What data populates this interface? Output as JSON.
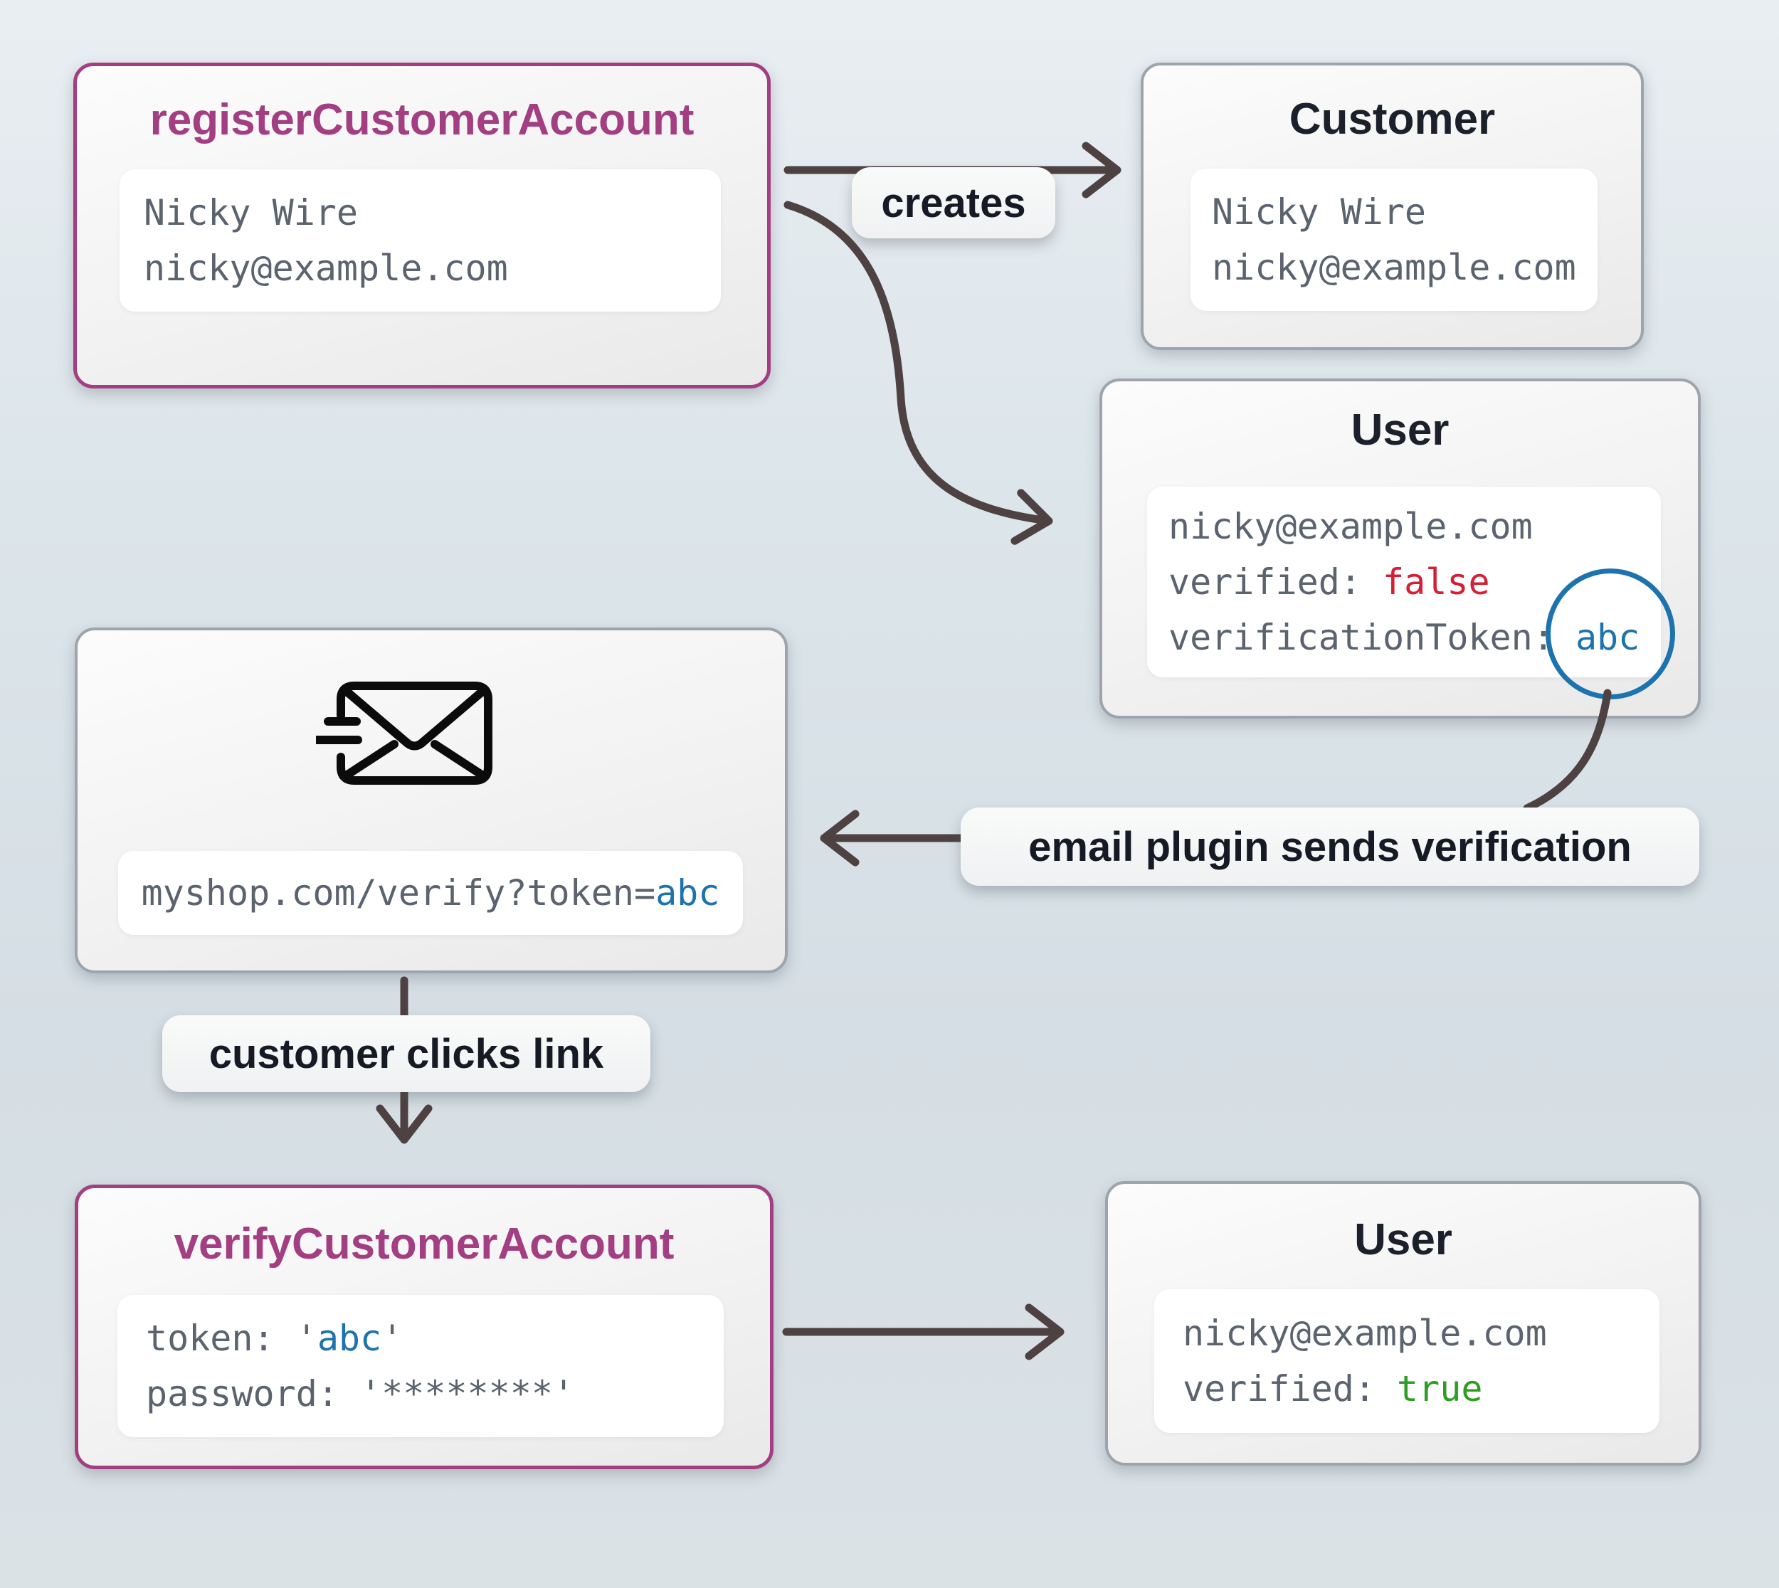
{
  "colors": {
    "accent_purple": "#a23e81",
    "box_border_gray": "#9ca5ab",
    "arrow": "#4e4141",
    "mono_text": "#5b636e",
    "false_red": "#d41f35",
    "true_green": "#2d9e23",
    "token_blue": "#1d73ad",
    "title_dark": "#1b202b"
  },
  "cards": {
    "register": {
      "title": "registerCustomerAccount",
      "lines": [
        "Nicky Wire",
        "nicky@example.com"
      ]
    },
    "customer": {
      "title": "Customer",
      "lines": [
        "Nicky Wire",
        "nicky@example.com"
      ]
    },
    "user_unverified": {
      "title": "User",
      "email": "nicky@example.com",
      "verified_key": "verified: ",
      "verified_val": "false",
      "token_key": "verificationToken: ",
      "token_val": "abc"
    },
    "email": {
      "url_prefix": "myshop.com/verify?token=",
      "token": "abc"
    },
    "verify": {
      "title": "verifyCustomerAccount",
      "token_key": "token: ",
      "quote": "'",
      "token_val": "abc",
      "password_key": "password: ",
      "password_val": "'********'"
    },
    "user_verified": {
      "title": "User",
      "email": "nicky@example.com",
      "verified_key": "verified: ",
      "verified_val": "true"
    }
  },
  "edges": {
    "creates": "creates",
    "email_plugin": "email plugin sends verification",
    "customer_clicks": "customer clicks link"
  }
}
